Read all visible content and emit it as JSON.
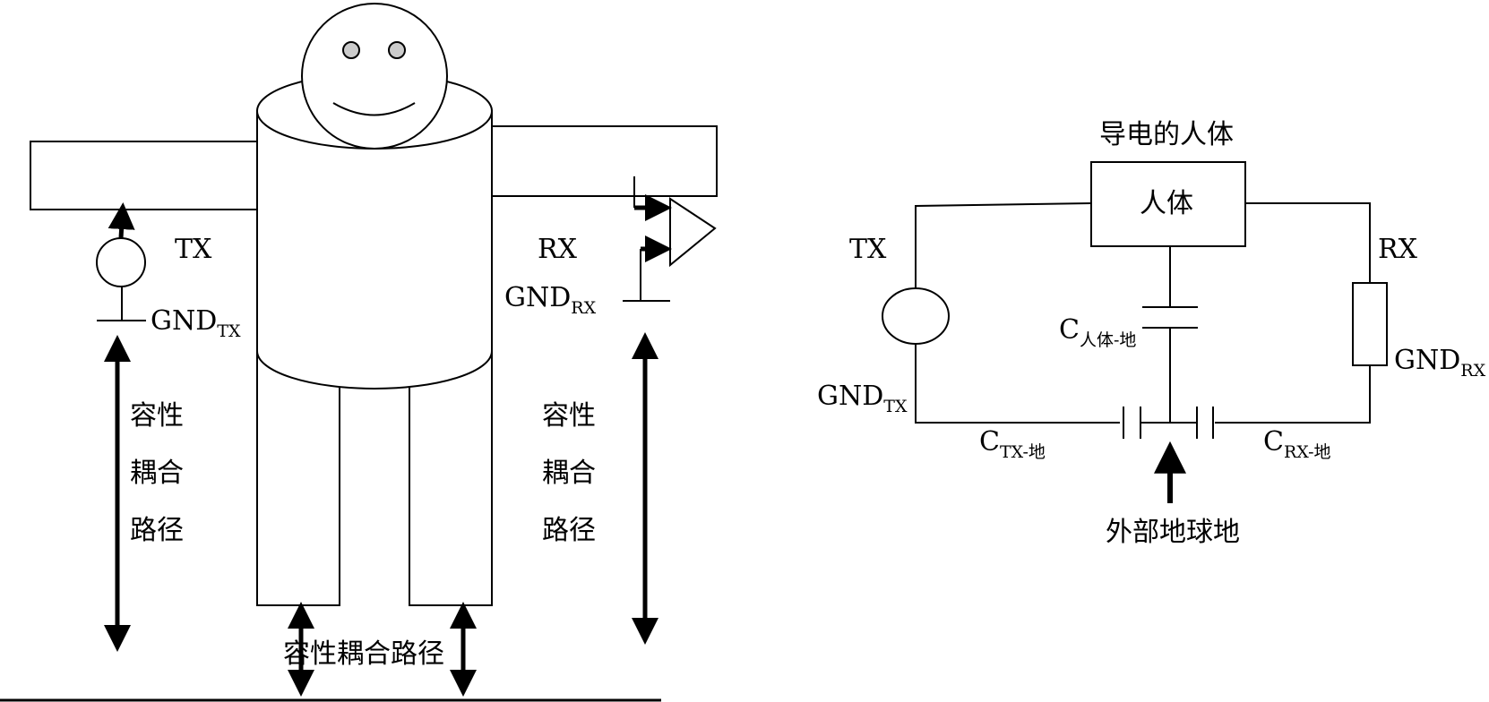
{
  "left_figure": {
    "tx_label": "TX",
    "rx_label": "RX",
    "gnd_tx": {
      "main": "GND",
      "sub": "TX"
    },
    "gnd_rx": {
      "main": "GND",
      "sub": "RX"
    },
    "left_path_lines": [
      "容性",
      "耦合",
      "路径"
    ],
    "right_path_lines": [
      "容性",
      "耦合",
      "路径"
    ],
    "bottom_path_label": "容性耦合路径"
  },
  "right_figure": {
    "title": "导电的人体",
    "body_box_label": "人体",
    "tx_label": "TX",
    "rx_label": "RX",
    "gnd_tx": {
      "main": "GND",
      "sub": "TX"
    },
    "gnd_rx": {
      "main": "GND",
      "sub": "RX"
    },
    "c_body_ground": {
      "main": "C",
      "sub": "人体-地"
    },
    "c_tx_ground": {
      "main": "C",
      "sub": "TX-地"
    },
    "c_rx_ground": {
      "main": "C",
      "sub": "RX-地"
    },
    "earth_label": "外部地球地"
  },
  "colors": {
    "ink": "#000000",
    "face_eye": "#cccccc",
    "background": "#ffffff"
  }
}
